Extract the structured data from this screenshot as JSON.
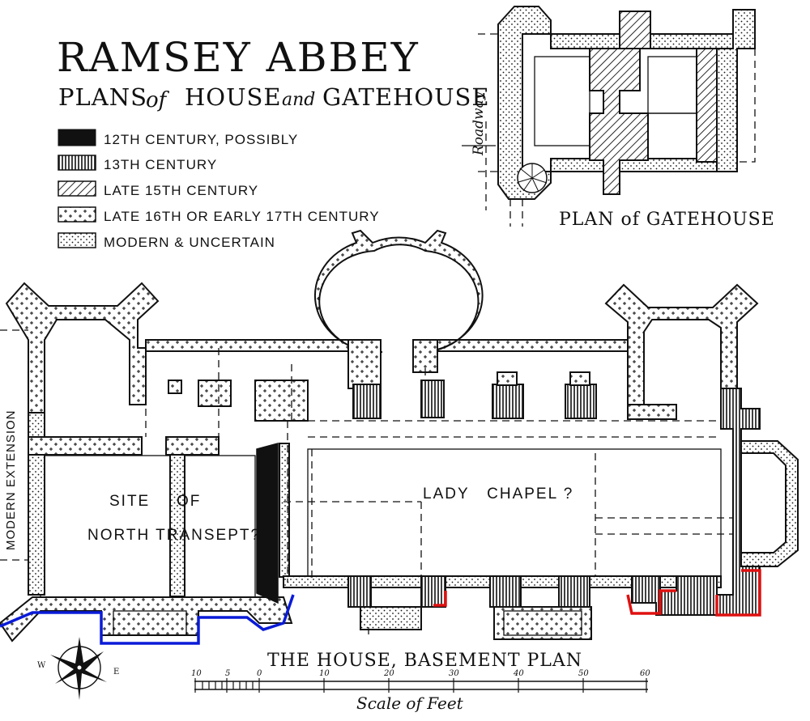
{
  "title": {
    "main": "RAMSEY ABBEY",
    "sub_part1": "PLANS",
    "sub_of": "of",
    "sub_part2": "HOUSE",
    "sub_and": "and",
    "sub_part3": "GATEHOUSE"
  },
  "legend": [
    {
      "label": "12TH CENTURY, POSSIBLY",
      "pattern": "solid"
    },
    {
      "label": "13TH CENTURY",
      "pattern": "vertical-hatch"
    },
    {
      "label": "LATE 15TH CENTURY",
      "pattern": "diagonal-hatch"
    },
    {
      "label": "LATE 16TH OR EARLY 17TH CENTURY",
      "pattern": "cross"
    },
    {
      "label": "MODERN & UNCERTAIN",
      "pattern": "dotted"
    }
  ],
  "gatehouse": {
    "label": "PLAN of GATEHOUSE",
    "roadway": "Roadway"
  },
  "house": {
    "label": "THE HOUSE, BASEMENT PLAN",
    "rooms": {
      "site_line1": "SITE",
      "site_of": "OF",
      "site_line2": "NORTH TRANSEPT?",
      "lady_chapel": "LADY   CHAPEL ?",
      "modern_extension": "MODERN EXTENSION"
    }
  },
  "scale": {
    "label": "Scale of Feet",
    "ticks": [
      "10",
      "5",
      "0",
      "10",
      "20",
      "30",
      "40",
      "50",
      "60"
    ]
  },
  "compass": {
    "w": "W",
    "e": "E"
  },
  "colors": {
    "ink": "#111111",
    "highlight_blue": "#0a1bd8",
    "highlight_red": "#e01010"
  }
}
